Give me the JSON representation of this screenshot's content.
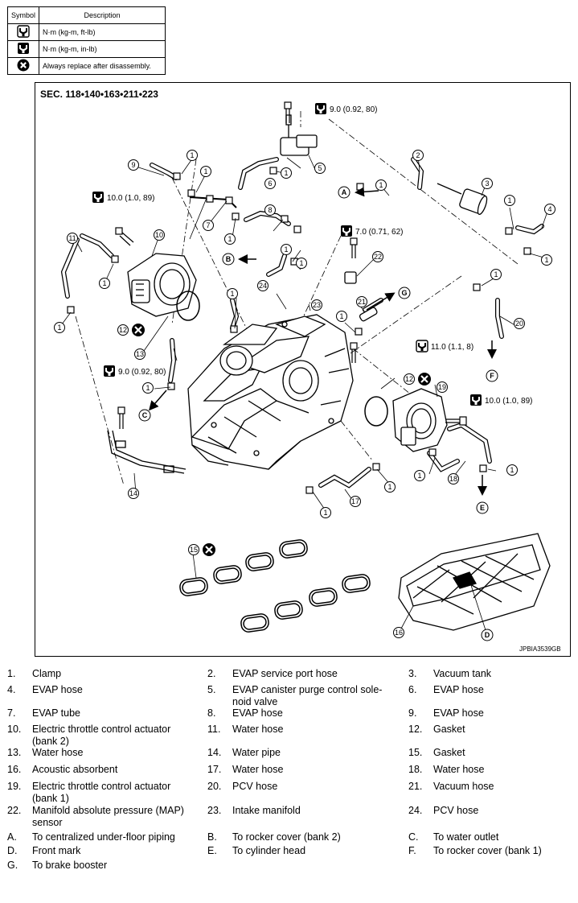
{
  "symbol_table": {
    "headers": {
      "symbol": "Symbol",
      "description": "Description"
    },
    "rows": [
      {
        "icon": "torque-wrench-ft-lb-icon",
        "description": "N·m (kg-m, ft-lb)"
      },
      {
        "icon": "torque-wrench-in-lb-icon",
        "description": "N·m (kg-m, in-lb)"
      },
      {
        "icon": "replace-x-icon",
        "description": "Always replace after disassembly."
      }
    ]
  },
  "diagram": {
    "section": "SEC. 118•140•163•211•223",
    "figure_code": "JPBIA3539GB",
    "torque_specs": {
      "t1": "9.0 (0.92, 80)",
      "t2": "10.0 (1.0, 89)",
      "t3": "7.0 (0.71, 62)",
      "t4": "11.0 (1.1, 8)",
      "t5": "9.0 (0.92, 80)",
      "t6": "10.0 (1.0, 89)"
    },
    "callouts": {
      "n1": "1",
      "n2": "2",
      "n3": "3",
      "n4": "4",
      "n5": "5",
      "n6": "6",
      "n7": "7",
      "n8": "8",
      "n9": "9",
      "n10": "10",
      "n11": "11",
      "n12": "12",
      "n13": "13",
      "n14": "14",
      "n15": "15",
      "n16": "16",
      "n17": "17",
      "n18": "18",
      "n19": "19",
      "n20": "20",
      "n21": "21",
      "n22": "22",
      "n23": "23",
      "n24": "24"
    },
    "letters": {
      "A": "A",
      "B": "B",
      "C": "C",
      "D": "D",
      "E": "E",
      "F": "F",
      "G": "G"
    }
  },
  "legend": [
    [
      {
        "num": "1.",
        "text": "Clamp"
      },
      {
        "num": "2.",
        "text": "EVAP service port hose"
      },
      {
        "num": "3.",
        "text": "Vacuum tank"
      }
    ],
    [
      {
        "num": "4.",
        "text": "EVAP hose"
      },
      {
        "num": "5.",
        "text": "EVAP canister purge control sole-noid valve"
      },
      {
        "num": "6.",
        "text": "EVAP hose"
      }
    ],
    [
      {
        "num": "7.",
        "text": "EVAP tube"
      },
      {
        "num": "8.",
        "text": "EVAP hose"
      },
      {
        "num": "9.",
        "text": "EVAP hose"
      }
    ],
    [
      {
        "num": "10.",
        "text": "Electric throttle control actuator (bank 2)"
      },
      {
        "num": "11.",
        "text": "Water hose"
      },
      {
        "num": "12.",
        "text": "Gasket"
      }
    ],
    [
      {
        "num": "13.",
        "text": "Water hose"
      },
      {
        "num": "14.",
        "text": "Water pipe"
      },
      {
        "num": "15.",
        "text": "Gasket"
      }
    ],
    [
      {
        "num": "16.",
        "text": "Acoustic absorbent"
      },
      {
        "num": "17.",
        "text": "Water hose"
      },
      {
        "num": "18.",
        "text": "Water hose"
      }
    ],
    [
      {
        "num": "19.",
        "text": "Electric throttle control actuator (bank 1)"
      },
      {
        "num": "20.",
        "text": "PCV hose"
      },
      {
        "num": "21.",
        "text": "Vacuum hose"
      }
    ],
    [
      {
        "num": "22.",
        "text": "Manifold absolute pressure (MAP) sensor"
      },
      {
        "num": "23.",
        "text": "Intake manifold"
      },
      {
        "num": "24.",
        "text": "PCV hose"
      }
    ],
    [
      {
        "num": "A.",
        "text": "To centralized under-floor piping"
      },
      {
        "num": "B.",
        "text": "To rocker cover (bank 2)"
      },
      {
        "num": "C.",
        "text": "To water outlet"
      }
    ],
    [
      {
        "num": "D.",
        "text": "Front mark"
      },
      {
        "num": "E.",
        "text": "To cylinder head"
      },
      {
        "num": "F.",
        "text": "To rocker cover (bank 1)"
      }
    ],
    [
      {
        "num": "G.",
        "text": "To brake booster"
      }
    ]
  ]
}
